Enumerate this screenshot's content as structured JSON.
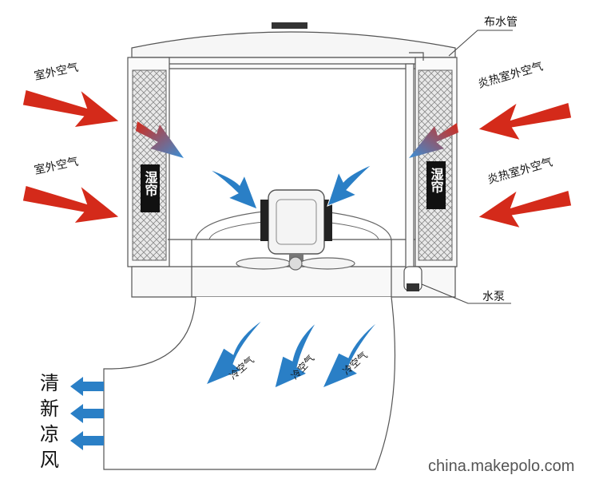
{
  "labels": {
    "water_pipe": "布水管",
    "water_pump": "水泵",
    "outdoor_air_1": "室外空气",
    "outdoor_air_2": "室外空气",
    "hot_outdoor_air_1": "炎热室外空气",
    "hot_outdoor_air_2": "炎热室外空气",
    "wet_pad_left": "湿帘",
    "wet_pad_right": "湿帘",
    "cold_air_1": "冷空气",
    "cold_air_2": "冷空气",
    "cold_air_3": "冷空气",
    "fresh_cool_wind": [
      "清",
      "新",
      "凉",
      "风"
    ],
    "watermark": "china.makepolo.com"
  },
  "colors": {
    "hot_air": "#d42a1a",
    "cool_air": "#2a7fc6",
    "pad_label_bg": "#111111",
    "outline": "#555555"
  }
}
